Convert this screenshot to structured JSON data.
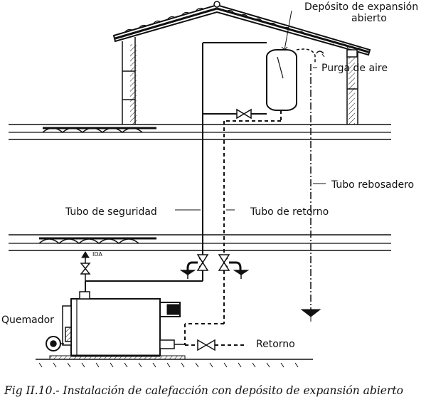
{
  "labels": {
    "deposito_line1": "Depósito de expansión",
    "deposito_line2": "abierto",
    "purga": "Purga de aire",
    "rebosadero": "Tubo rebosadero",
    "seguridad": "Tubo de seguridad",
    "retorno_tubo": "Tubo de retorno",
    "ida": "IDA",
    "quemador": "Quemador",
    "retorno": "Retorno"
  },
  "caption": "Fig II.10.- Instalación de calefacción con depósito de expansión abierto",
  "colors": {
    "ink": "#111111",
    "background": "#ffffff"
  }
}
